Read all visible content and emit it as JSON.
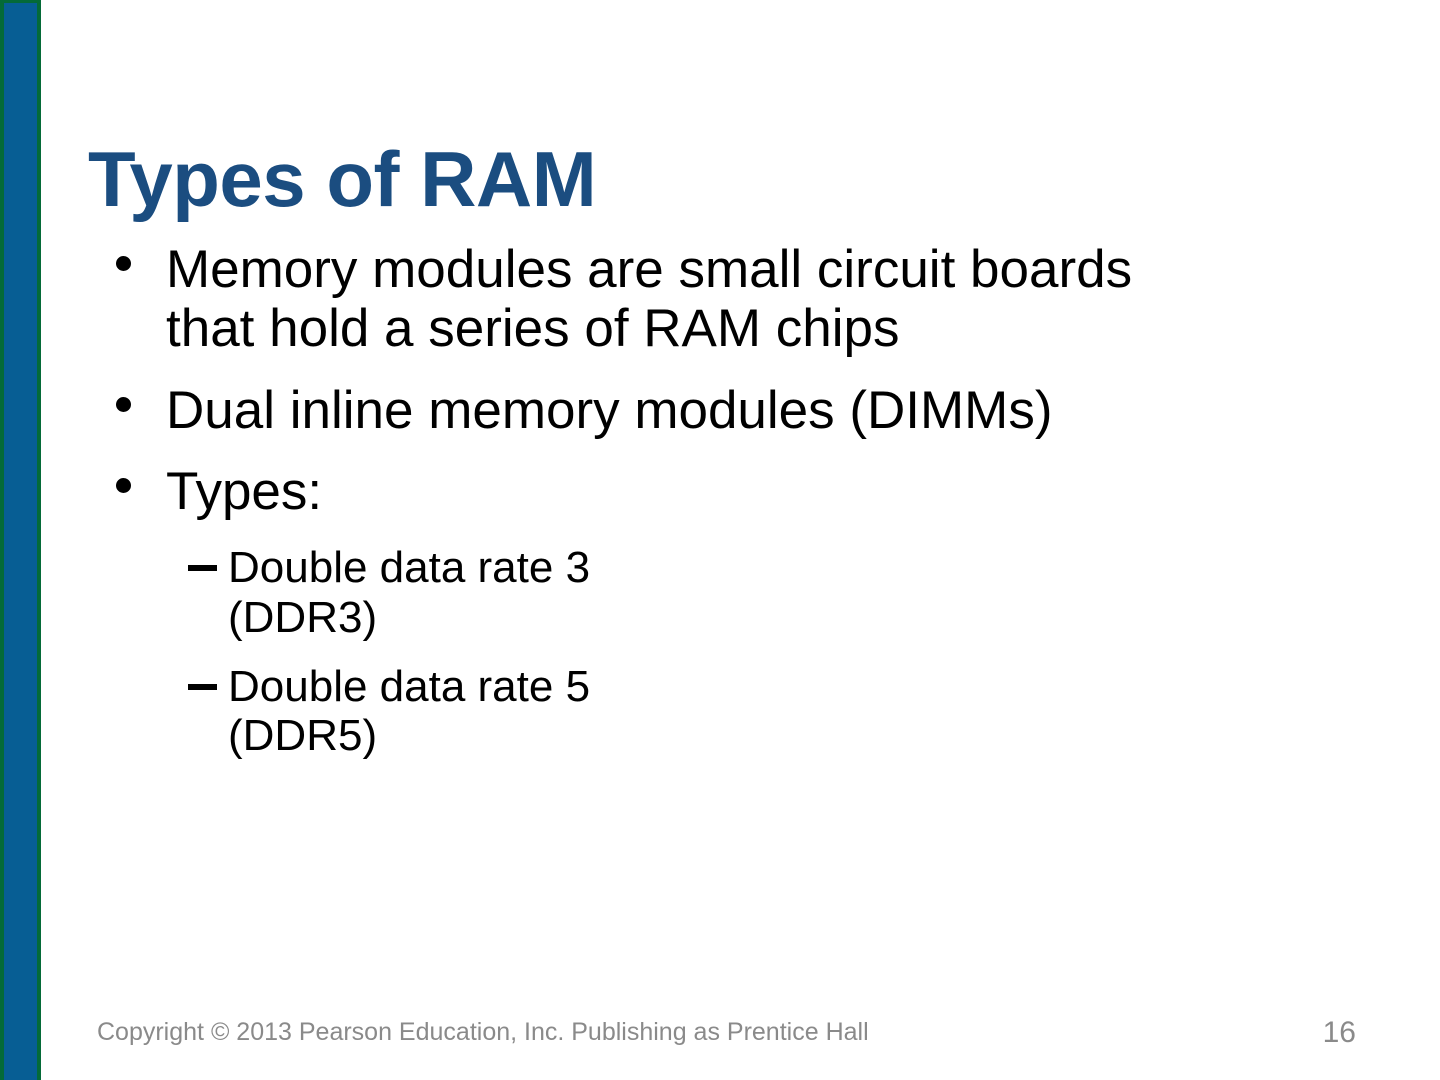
{
  "slide": {
    "title": "Types of RAM",
    "title_color": "#1b4d80",
    "accent_bar_color": "#075e94",
    "accent_bar_edge_color": "#046a38",
    "background_color": "#ffffff",
    "body_text_color": "#000000",
    "footer_text_color": "#8a8a8a"
  },
  "bullets": [
    {
      "level": 1,
      "marker": "bullet-dot",
      "line1": "Memory modules are small circuit boards",
      "line2": "that hold a series of RAM chips"
    },
    {
      "level": 1,
      "marker": "bullet-dot",
      "line1": "Dual inline memory modules (DIMMs)",
      "line2": ""
    },
    {
      "level": 1,
      "marker": "bullet-dot",
      "line1": "Types:",
      "line2": ""
    },
    {
      "level": 2,
      "marker": "bullet-dash",
      "line1": "Double data rate 3",
      "line2": "(DDR3)"
    },
    {
      "level": 2,
      "marker": "bullet-dash",
      "line1": "Double data rate 5",
      "line2": "(DDR5)"
    }
  ],
  "footer": {
    "copyright": "Copyright © 2013 Pearson Education, Inc. Publishing as Prentice Hall",
    "page_number": "16"
  }
}
